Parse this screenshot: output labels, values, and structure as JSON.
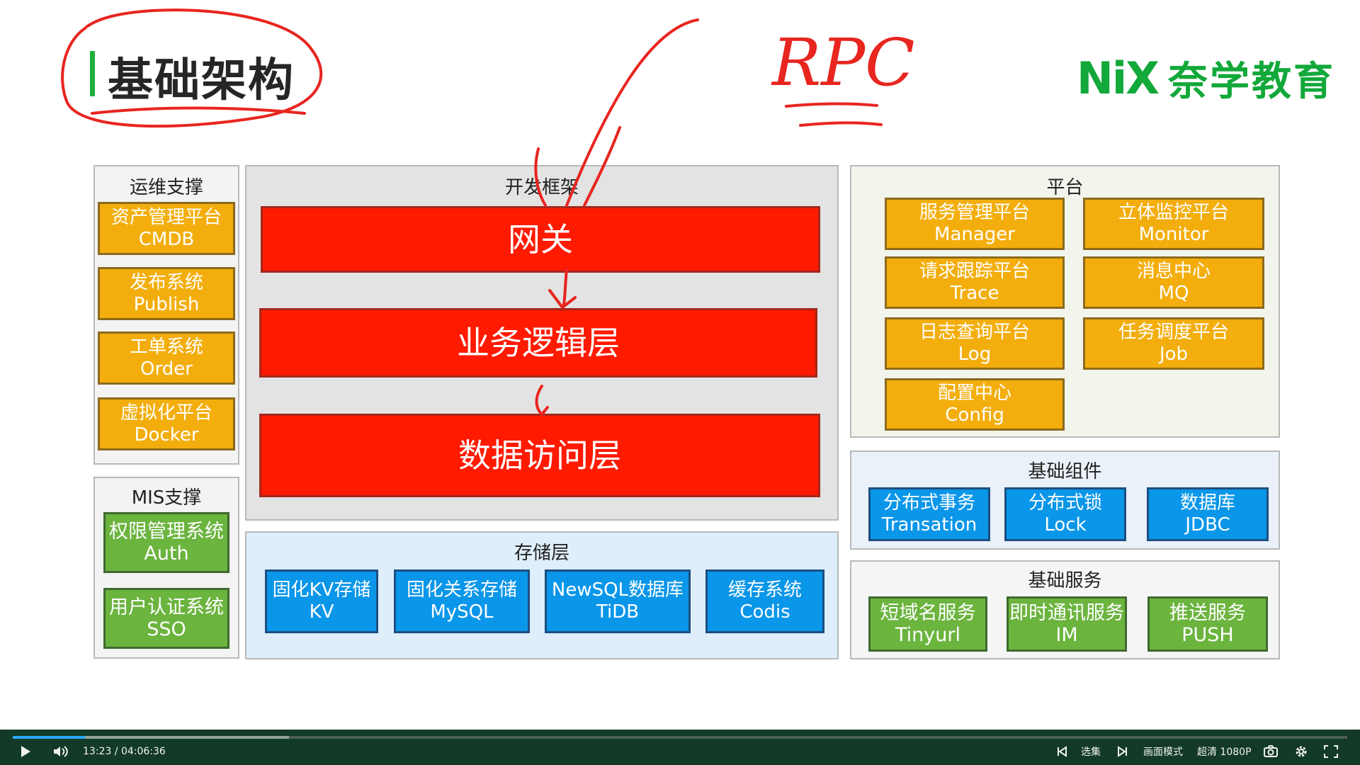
{
  "slide": {
    "title": "基础架构",
    "logo_mark": "NiX",
    "logo_text": "奈学教育",
    "annotation": "RPC"
  },
  "ops": {
    "title": "运维支撑",
    "items": [
      {
        "l1": "资产管理平台",
        "l2": "CMDB"
      },
      {
        "l1": "发布系统",
        "l2": "Publish"
      },
      {
        "l1": "工单系统",
        "l2": "Order"
      },
      {
        "l1": "虚拟化平台",
        "l2": "Docker"
      }
    ]
  },
  "mis": {
    "title": "MIS支撑",
    "items": [
      {
        "l1": "权限管理系统",
        "l2": "Auth"
      },
      {
        "l1": "用户认证系统",
        "l2": "SSO"
      }
    ]
  },
  "framework": {
    "title": "开发框架",
    "layers": [
      "网关",
      "业务逻辑层",
      "数据访问层"
    ]
  },
  "storage": {
    "title": "存储层",
    "items": [
      {
        "l1": "固化KV存储",
        "l2": "KV"
      },
      {
        "l1": "固化关系存储",
        "l2": "MySQL"
      },
      {
        "l1": "NewSQL数据库",
        "l2": "TiDB"
      },
      {
        "l1": "缓存系统",
        "l2": "Codis"
      }
    ]
  },
  "platform": {
    "title": "平台",
    "items": [
      {
        "l1": "服务管理平台",
        "l2": "Manager"
      },
      {
        "l1": "立体监控平台",
        "l2": "Monitor"
      },
      {
        "l1": "请求跟踪平台",
        "l2": "Trace"
      },
      {
        "l1": "消息中心",
        "l2": "MQ"
      },
      {
        "l1": "日志查询平台",
        "l2": "Log"
      },
      {
        "l1": "任务调度平台",
        "l2": "Job"
      },
      {
        "l1": "配置中心",
        "l2": "Config"
      }
    ]
  },
  "components": {
    "title": "基础组件",
    "items": [
      {
        "l1": "分布式事务",
        "l2": "Transation"
      },
      {
        "l1": "分布式锁",
        "l2": "Lock"
      },
      {
        "l1": "数据库",
        "l2": "JDBC"
      }
    ]
  },
  "services": {
    "title": "基础服务",
    "items": [
      {
        "l1": "短域名服务",
        "l2": "Tinyurl"
      },
      {
        "l1": "即时通讯服务",
        "l2": "IM"
      },
      {
        "l1": "推送服务",
        "l2": "PUSH"
      }
    ]
  },
  "player": {
    "time": "13:23 / 04:06:36",
    "progress": 0.054,
    "episodes_label": "选集",
    "picture_mode_label": "画面模式",
    "quality_label": "超清 1080P",
    "colors": {
      "bar": "#123a26",
      "progress": "#2aa9ff"
    }
  },
  "colors": {
    "orange_box": "#f3ae0d",
    "green_box": "#6bb43e",
    "blue_box": "#0a96e9",
    "red_layer": "#ff1a00",
    "brand_green": "#12a83a",
    "annotation_red": "#e8251f"
  }
}
